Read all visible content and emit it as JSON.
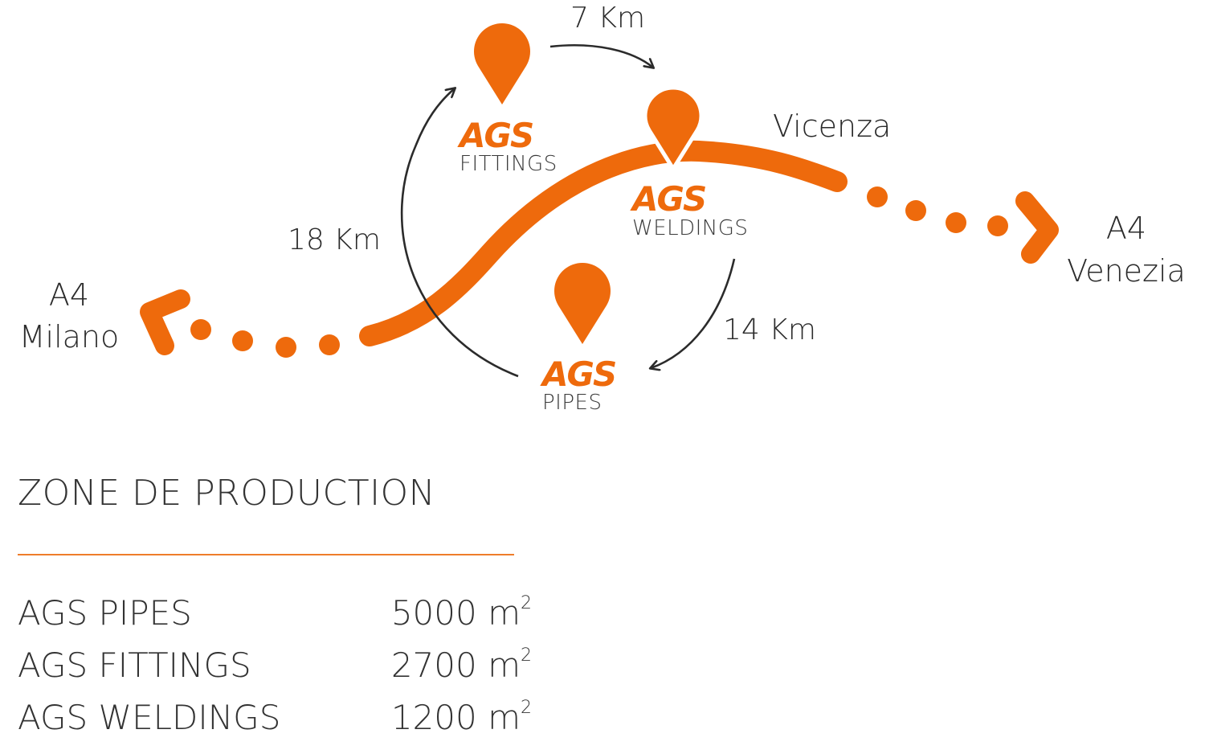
{
  "colors": {
    "accent": "#ee6a0c",
    "text": "#2b2b2b",
    "divider": "#ee7d2b"
  },
  "map": {
    "cities": {
      "milano": {
        "line1": "A4",
        "line2": "Milano"
      },
      "venezia": {
        "line1": "A4",
        "line2": "Venezia"
      },
      "vicenza": "Vicenza"
    },
    "distances": {
      "fittings_to_weldings": "7 Km",
      "pipes_to_fittings": "18 Km",
      "weldings_to_pipes": "14 Km"
    },
    "sites": {
      "brand": "AGS",
      "fittings": "FITTINGS",
      "weldings": "WELDINGS",
      "pipes": "PIPES"
    },
    "icons": [
      "location-pin-icon",
      "arrow-left-icon",
      "arrow-right-icon"
    ]
  },
  "production": {
    "title": "ZONE DE PRODUCTION",
    "unit": "m",
    "unit_exponent": "2",
    "rows": [
      {
        "name": "AGS PIPES",
        "value": "5000"
      },
      {
        "name": "AGS FITTINGS",
        "value": "2700"
      },
      {
        "name": "AGS WELDINGS",
        "value": "1200"
      }
    ]
  }
}
